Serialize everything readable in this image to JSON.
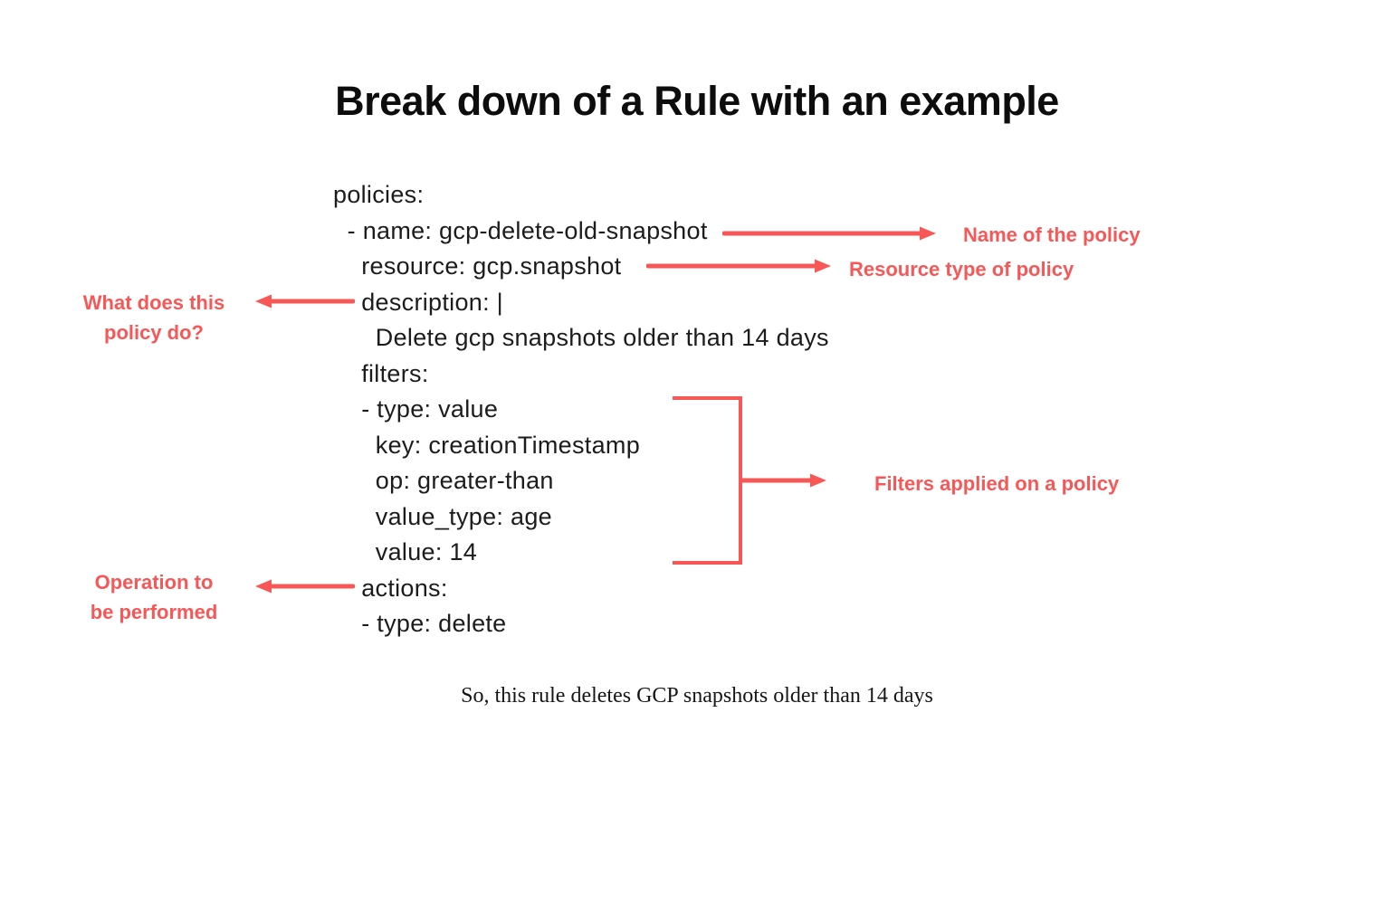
{
  "title": "Break down of a Rule with an example",
  "code": {
    "lines": [
      "policies:",
      "  - name: gcp-delete-old-snapshot",
      "    resource: gcp.snapshot",
      "    description: |",
      "      Delete gcp snapshots older than 14 days",
      "    filters:",
      "    - type: value",
      "      key: creationTimestamp",
      "      op: greater-than",
      "      value_type: age",
      "      value: 14",
      "    actions:",
      "    - type: delete"
    ]
  },
  "annotations": {
    "name_label": "Name of the policy",
    "resource_label": "Resource type of policy",
    "description_label_line1": "What does this",
    "description_label_line2": "policy do?",
    "filters_label": "Filters applied on a policy",
    "actions_label_line1": "Operation to",
    "actions_label_line2": "be performed"
  },
  "caption": "So, this rule deletes GCP snapshots older than 14 days",
  "icons": {
    "name_arrow": "right-arrow-icon",
    "resource_arrow": "right-arrow-icon",
    "description_arrow": "left-arrow-icon",
    "actions_arrow": "left-arrow-icon",
    "filters_bracket": "bracket-right-arrow-icon"
  },
  "colors": {
    "accent_red": "#F85757",
    "text_black": "#111111",
    "background": "#FFFFFF"
  }
}
